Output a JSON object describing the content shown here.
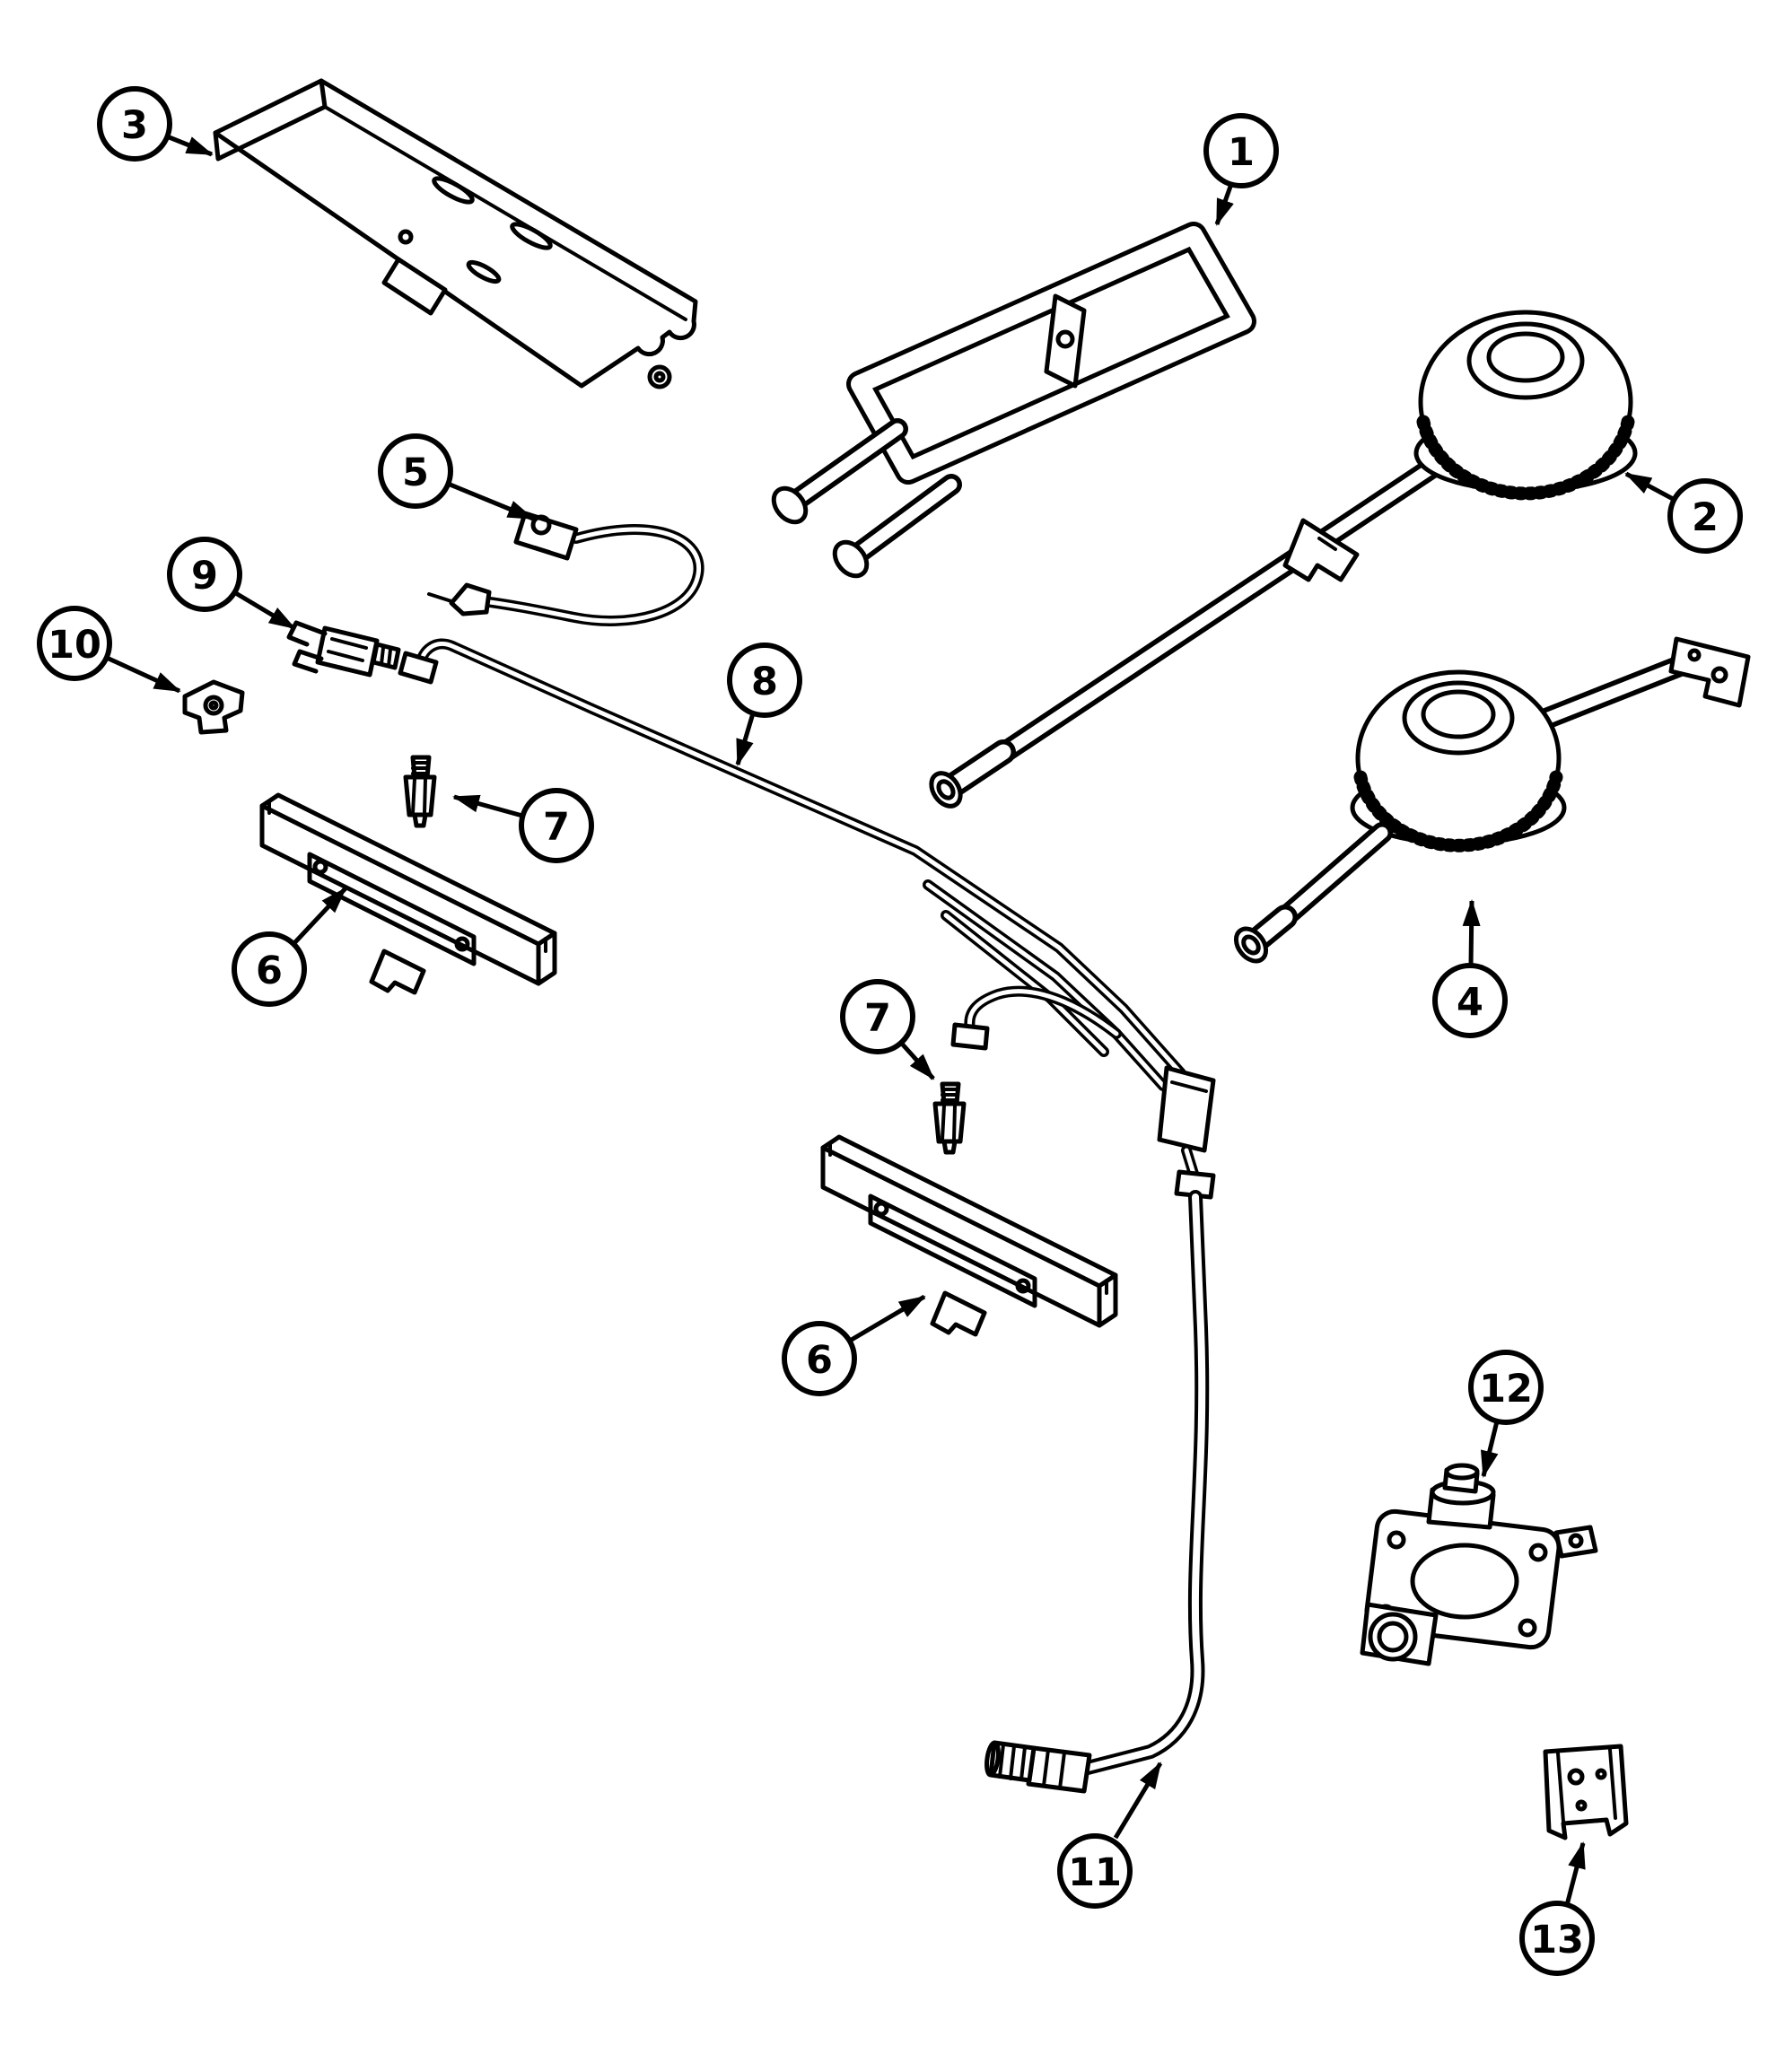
{
  "page": {
    "background_color": "#ffffff",
    "line_color": "#000000"
  },
  "diagram": {
    "type": "exploded-parts-diagram",
    "description": "Gas range burner gas-controls exploded parts diagram with numbered callouts",
    "callouts": [
      {
        "label": "1",
        "part": "surface-burner-manifold"
      },
      {
        "label": "2",
        "part": "burner-head-right"
      },
      {
        "label": "3",
        "part": "heat-shield"
      },
      {
        "label": "4",
        "part": "burner-head-lower"
      },
      {
        "label": "5",
        "part": "igniter-wire"
      },
      {
        "label": "6",
        "part": "spark-switch-bar-upper"
      },
      {
        "label": "6",
        "part": "spark-switch-bar-lower"
      },
      {
        "label": "7",
        "part": "orifice-spud-upper"
      },
      {
        "label": "7",
        "part": "orifice-spud-lower"
      },
      {
        "label": "8",
        "part": "gas-tubing"
      },
      {
        "label": "9",
        "part": "spark-igniter"
      },
      {
        "label": "10",
        "part": "wire-clip"
      },
      {
        "label": "11",
        "part": "supply-pipe"
      },
      {
        "label": "12",
        "part": "pressure-regulator"
      },
      {
        "label": "13",
        "part": "mounting-bracket"
      }
    ]
  }
}
